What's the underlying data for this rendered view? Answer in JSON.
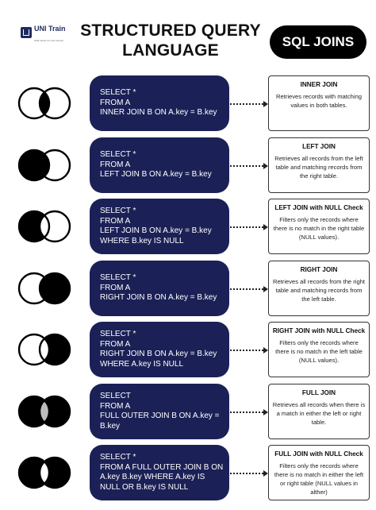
{
  "logo": {
    "brand": "UNI Train",
    "tagline": "build career for your service"
  },
  "header": {
    "title_line1": "STRUCTURED QUERY",
    "title_line2": "LANGUAGE",
    "badge": "SQL JOINS"
  },
  "joins": [
    {
      "venn_icon": "inner-join-venn-icon",
      "sql": [
        "SELECT *",
        "FROM A",
        "INNER JOIN B ON A.key = B.key"
      ],
      "name": "INNER JOIN",
      "description": "Retrieves records with matching values in both tables."
    },
    {
      "venn_icon": "left-join-venn-icon",
      "sql": [
        "SELECT *",
        "FROM A",
        "LEFT JOIN B ON A.key = B.key"
      ],
      "name": "LEFT JOIN",
      "description": "Retrieves all records from the left table and matching records from the right table."
    },
    {
      "venn_icon": "left-join-null-venn-icon",
      "sql": [
        "SELECT *",
        "FROM A",
        "LEFT JOIN B ON A.key = B.key",
        "WHERE B.key IS NULL"
      ],
      "name": "LEFT JOIN with NULL Check",
      "description": "Filters only the records where there is no match in the right table (NULL values)."
    },
    {
      "venn_icon": "right-join-venn-icon",
      "sql": [
        "SELECT *",
        "FROM A",
        "RIGHT JOIN B ON A.key = B.key"
      ],
      "name": "RIGHT JOIN",
      "description": "Retrieves all records from the right table and matching records from the left table."
    },
    {
      "venn_icon": "right-join-null-venn-icon",
      "sql": [
        "SELECT *",
        "FROM A",
        "RIGHT JOIN B ON A.key = B.key",
        "WHERE A.key IS NULL"
      ],
      "name": "RIGHT JOIN with NULL Check",
      "description": "Filters only the records where there is no match in the left table (NULL values)."
    },
    {
      "venn_icon": "full-join-venn-icon",
      "sql": [
        "SELECT",
        "FROM A",
        "FULL OUTER JOIN B ON A.key =",
        "B.key"
      ],
      "name": "FULL JOIN",
      "description": "Retrieves all records when there is a match in either the left or right table."
    },
    {
      "venn_icon": "full-join-null-venn-icon",
      "sql": [
        "SELECT *",
        "FROM A FULL OUTER JOIN B ON",
        "A.key B.key WHERE A.key IS",
        "NULL OR B.key IS NULL"
      ],
      "name": "FULL JOIN with NULL Check",
      "description": "Filters only the records where there is no match in either the left or right table (NULL values in alther)"
    }
  ],
  "colors": {
    "code_bg": "#1b2156",
    "badge_bg": "#000000",
    "venn_gray": "#bdbdbd"
  }
}
